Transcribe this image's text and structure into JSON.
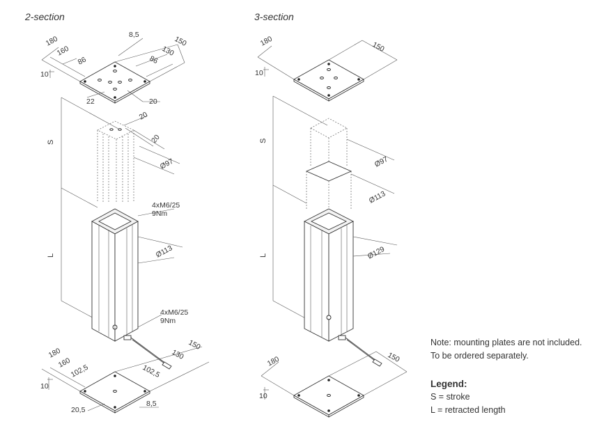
{
  "sections": {
    "two": {
      "title": "2-section",
      "top_plate": {
        "dims": {
          "d180": "180",
          "d160": "160",
          "d86a": "86",
          "d8_5": "8,5",
          "d150": "150",
          "d130": "130",
          "d86b": "86",
          "d10": "10",
          "d22": "22",
          "d20": "20"
        }
      },
      "inner_tube": {
        "d20a": "20",
        "d20b": "20",
        "dia": "Ø97"
      },
      "outer_tube": {
        "screws_top_a": "4xM6/25",
        "screws_top_b": "9Nm",
        "dia": "Ø113",
        "screws_bot_a": "4xM6/25",
        "screws_bot_b": "9Nm"
      },
      "stroke_label": "S",
      "length_label": "L",
      "bottom_plate": {
        "dims": {
          "d180": "180",
          "d160": "160",
          "d102a": "102,5",
          "d150": "150",
          "d130": "130",
          "d102b": "102,5",
          "d10": "10",
          "d20_5": "20,5",
          "d8_5": "8,5"
        }
      }
    },
    "three": {
      "title": "3-section",
      "top_plate": {
        "dims": {
          "d180": "180",
          "d150": "150",
          "d10": "10"
        }
      },
      "dia_inner": "Ø97",
      "dia_mid": "Ø113",
      "dia_outer": "Ø129",
      "stroke_label": "S",
      "length_label": "L",
      "bottom_plate": {
        "dims": {
          "d180": "180",
          "d150": "150",
          "d10": "10"
        }
      }
    }
  },
  "note": {
    "line1": "Note: mounting plates are not included.",
    "line2": "To be ordered separately."
  },
  "legend": {
    "title": "Legend:",
    "s": "S = stroke",
    "l": "L = retracted length"
  }
}
